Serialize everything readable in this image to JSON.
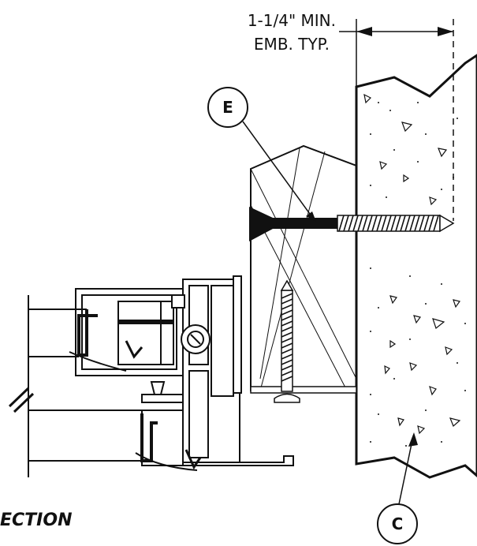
{
  "dimension": {
    "line1": "1-1/4\" MIN.",
    "line2": "EMB. TYP."
  },
  "callouts": {
    "top": "E",
    "bottom": "C"
  },
  "section_label": "ECTION",
  "colors": {
    "ink": "#111111",
    "paper": "#ffffff"
  }
}
